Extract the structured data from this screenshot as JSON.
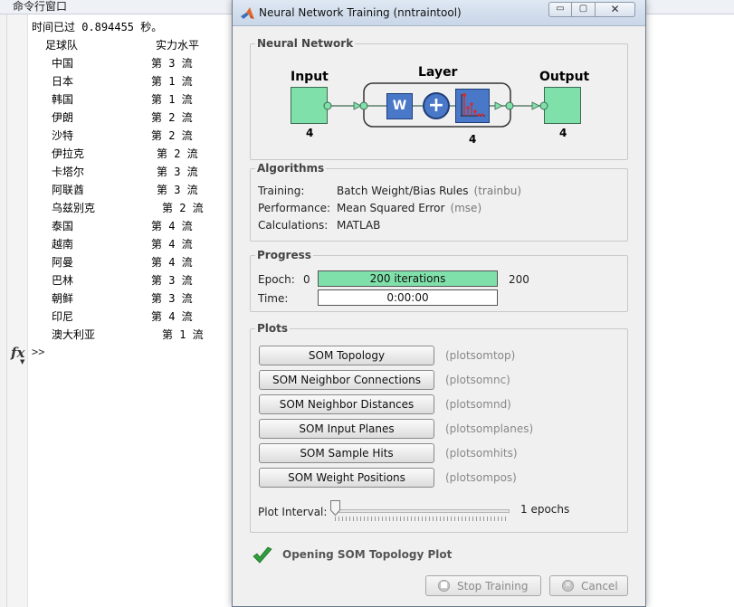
{
  "command_window": {
    "title": "命令行窗口",
    "elapsed": "时间已过 0.894455 秒。",
    "headers": {
      "team": "足球队",
      "level": "实力水平"
    },
    "rows": [
      {
        "team": "中国",
        "level": "第 3 流"
      },
      {
        "team": "日本",
        "level": "第 1 流"
      },
      {
        "team": "韩国",
        "level": "第 1 流"
      },
      {
        "team": "伊朗",
        "level": "第 2 流"
      },
      {
        "team": "沙特",
        "level": "第 2 流"
      },
      {
        "team": "伊拉克",
        "level": "第 2 流"
      },
      {
        "team": "卡塔尔",
        "level": "第 3 流"
      },
      {
        "team": "阿联酋",
        "level": "第 3 流"
      },
      {
        "team": "乌兹别克",
        "level": "第 2 流"
      },
      {
        "team": "泰国",
        "level": "第 4 流"
      },
      {
        "team": "越南",
        "level": "第 4 流"
      },
      {
        "team": "阿曼",
        "level": "第 4 流"
      },
      {
        "team": "巴林",
        "level": "第 3 流"
      },
      {
        "team": "朝鲜",
        "level": "第 3 流"
      },
      {
        "team": "印尼",
        "level": "第 4 流"
      },
      {
        "team": "澳大利亚",
        "level": "第 1 流"
      }
    ],
    "fx": "fx",
    "prompt": ">>"
  },
  "window": {
    "title": "Neural Network Training (nntraintool)",
    "controls": {
      "min": "▭",
      "max": "▢",
      "close": "✕"
    }
  },
  "network": {
    "section_title": "Neural Network",
    "input_label": "Input",
    "layer_label": "Layer",
    "output_label": "Output",
    "input_size": "4",
    "layer_size": "4",
    "output_size": "4",
    "weight_symbol": "W",
    "sum_symbol": "+"
  },
  "algorithms": {
    "section_title": "Algorithms",
    "items": [
      {
        "key": "Training:",
        "value": "Batch Weight/Bias Rules",
        "fn": "(trainbu)"
      },
      {
        "key": "Performance:",
        "value": "Mean Squared Error",
        "fn": "(mse)"
      },
      {
        "key": "Calculations:",
        "value": "MATLAB",
        "fn": ""
      }
    ]
  },
  "progress": {
    "section_title": "Progress",
    "epoch_label": "Epoch:",
    "epoch_start": "0",
    "epoch_text": "200 iterations",
    "epoch_end": "200",
    "epoch_fraction": 1.0,
    "time_label": "Time:",
    "time_text": "0:00:00"
  },
  "plots": {
    "section_title": "Plots",
    "buttons": [
      {
        "label": "SOM Topology",
        "fn": "(plotsomtop)"
      },
      {
        "label": "SOM Neighbor Connections",
        "fn": "(plotsomnc)"
      },
      {
        "label": "SOM Neighbor Distances",
        "fn": "(plotsomnd)"
      },
      {
        "label": "SOM Input Planes",
        "fn": "(plotsomplanes)"
      },
      {
        "label": "SOM Sample Hits",
        "fn": "(plotsomhits)"
      },
      {
        "label": "SOM Weight Positions",
        "fn": "(plotsompos)"
      }
    ],
    "interval_label": "Plot Interval:",
    "interval_value": "1 epochs"
  },
  "status": {
    "message": "Opening SOM Topology Plot",
    "check_color": "#2e9e3a"
  },
  "actions": {
    "stop_label": "Stop Training",
    "cancel_label": "Cancel"
  },
  "colors": {
    "accent_green": "#80e0aa",
    "weight_blue": "#4a78c8"
  }
}
